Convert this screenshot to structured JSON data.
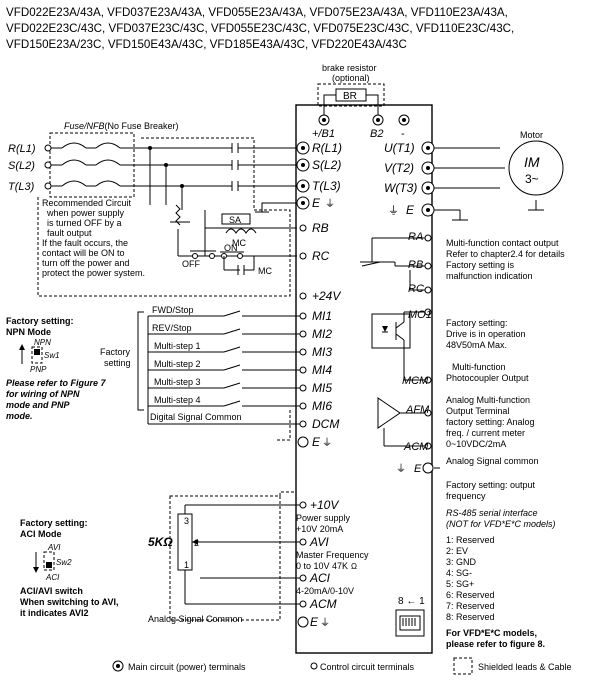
{
  "header": {
    "line1": "VFD022E23A/43A, VFD037E23A/43A, VFD055E23A/43A, VFD075E23A/43A, VFD110E23A/43A,",
    "line2": "VFD022E23C/43C, VFD037E23C/43C, VFD055E23C/43C, VFD075E23C/43C, VFD110E23C/43C,",
    "line3": "VFD150E23A/23C, VFD150E43A/43C, VFD185E43A/43C, VFD220E43A/43C"
  },
  "brake": {
    "label1": "brake resistor",
    "label2": "(optional)",
    "br": "BR",
    "b1": "+/B1",
    "b2": "B2",
    "minus": "-"
  },
  "fuse": {
    "label_italic": "Fuse/NFB",
    "label_plain": "(No Fuse Breaker)"
  },
  "inputs": {
    "r_in": "R(L1)",
    "s_in": "S(L2)",
    "t_in": "T(L3)"
  },
  "drive_main": {
    "r": "R(L1)",
    "s": "S(L2)",
    "t": "T(L3)",
    "e": "E",
    "rb": "RB",
    "rc": "RC",
    "u": "U(T1)",
    "v": "V(T2)",
    "w": "W(T3)",
    "e_out": "E"
  },
  "recommended": {
    "l1": "Recommended Circuit",
    "l2": "when power supply",
    "l3": "is turned OFF by a",
    "l4": "fault output",
    "l5": "If the fault occurs, the",
    "l6": "contact will be ON to",
    "l7": "turn off the power and",
    "l8": "protect the power system.",
    "sa": "SA",
    "mc": "MC",
    "mc2": "MC",
    "off": "OFF",
    "on": "ON"
  },
  "motor": {
    "label": "Motor",
    "im": "IM",
    "phase": "3~"
  },
  "relay": {
    "ra": "RA",
    "rb": "RB",
    "rc": "RC",
    "d1": "Multi-function contact output",
    "d2": "Refer to chapter2.4 for details",
    "d3": "Factory setting is",
    "d4": "malfunction indication"
  },
  "mo1": {
    "mo1": "MO1",
    "mcm": "MCM",
    "d1": "Factory setting:",
    "d2": "Drive is in operation",
    "d3": "48V50mA Max.",
    "d4": "Multi-function",
    "d5": "Photocoupler Output"
  },
  "afm": {
    "afm": "AFM",
    "acm": "ACM",
    "e": "E",
    "d1": "Analog Multi-function",
    "d2": "Output Terminal",
    "d3": "factory setting: Analog",
    "d4": "freq. / current meter",
    "d5": "0~10VDC/2mA",
    "d6": "Analog Signal common",
    "d7": "Factory setting: output",
    "d8": "frequency"
  },
  "digital": {
    "p24": "+24V",
    "mi": [
      "MI1",
      "MI2",
      "MI3",
      "MI4",
      "MI5",
      "MI6"
    ],
    "dcm": "DCM",
    "e": "E",
    "switches": [
      "FWD/Stop",
      "REV/Stop",
      "Multi-step 1",
      "Multi-step 2",
      "Multi-step 3",
      "Multi-step 4"
    ],
    "factory1": "Factory",
    "factory2": "setting",
    "common": "Digital Signal Common"
  },
  "npn": {
    "l1": "Factory setting:",
    "l2": "NPN Mode",
    "npn": "NPN",
    "sw1": "Sw1",
    "pnp": "PNP",
    "p1": "Please refer to Figure 7",
    "p2": "for wiring of NPN",
    "p3": "mode and PNP",
    "p4": "mode."
  },
  "analog": {
    "p10v": "+10V",
    "ps1": "Power supply",
    "ps2": "+10V 20mA",
    "avi": "AVI",
    "mf1": "Master Frequency",
    "mf2": "0 to 10V 47K",
    "ohm": "Ω",
    "aci": "ACI",
    "aci_range": "4-20mA/0-10V",
    "acm": "ACM",
    "e": "E",
    "pot": "5KΩ",
    "pot_pins": [
      "3",
      "2",
      "1"
    ],
    "common": "Analog Signal Common"
  },
  "aci_mode": {
    "l1": "Factory setting:",
    "l2": "ACI Mode",
    "avi": "AVI",
    "sw2": "Sw2",
    "aci": "ACI",
    "l3": "ACI/AVI switch",
    "l4": "When switching to AVI,",
    "l5": "it indicates AVI2"
  },
  "rs485": {
    "t1": "RS-485 serial interface",
    "t2": "(NOT for VFD*E*C models)",
    "pins": [
      "1: Reserved",
      "2: EV",
      "3: GND",
      "4: SG-",
      "5: SG+",
      "6: Reserved",
      "7: Reserved",
      "8: Reserved"
    ],
    "arrow": "8 ← 1",
    "n1": "For VFD*E*C models,",
    "n2": "please refer to figure 8."
  },
  "legend": {
    "main": "Main circuit (power) terminals",
    "control": "Control circuit terminals",
    "shielded": "Shielded leads & Cable"
  }
}
